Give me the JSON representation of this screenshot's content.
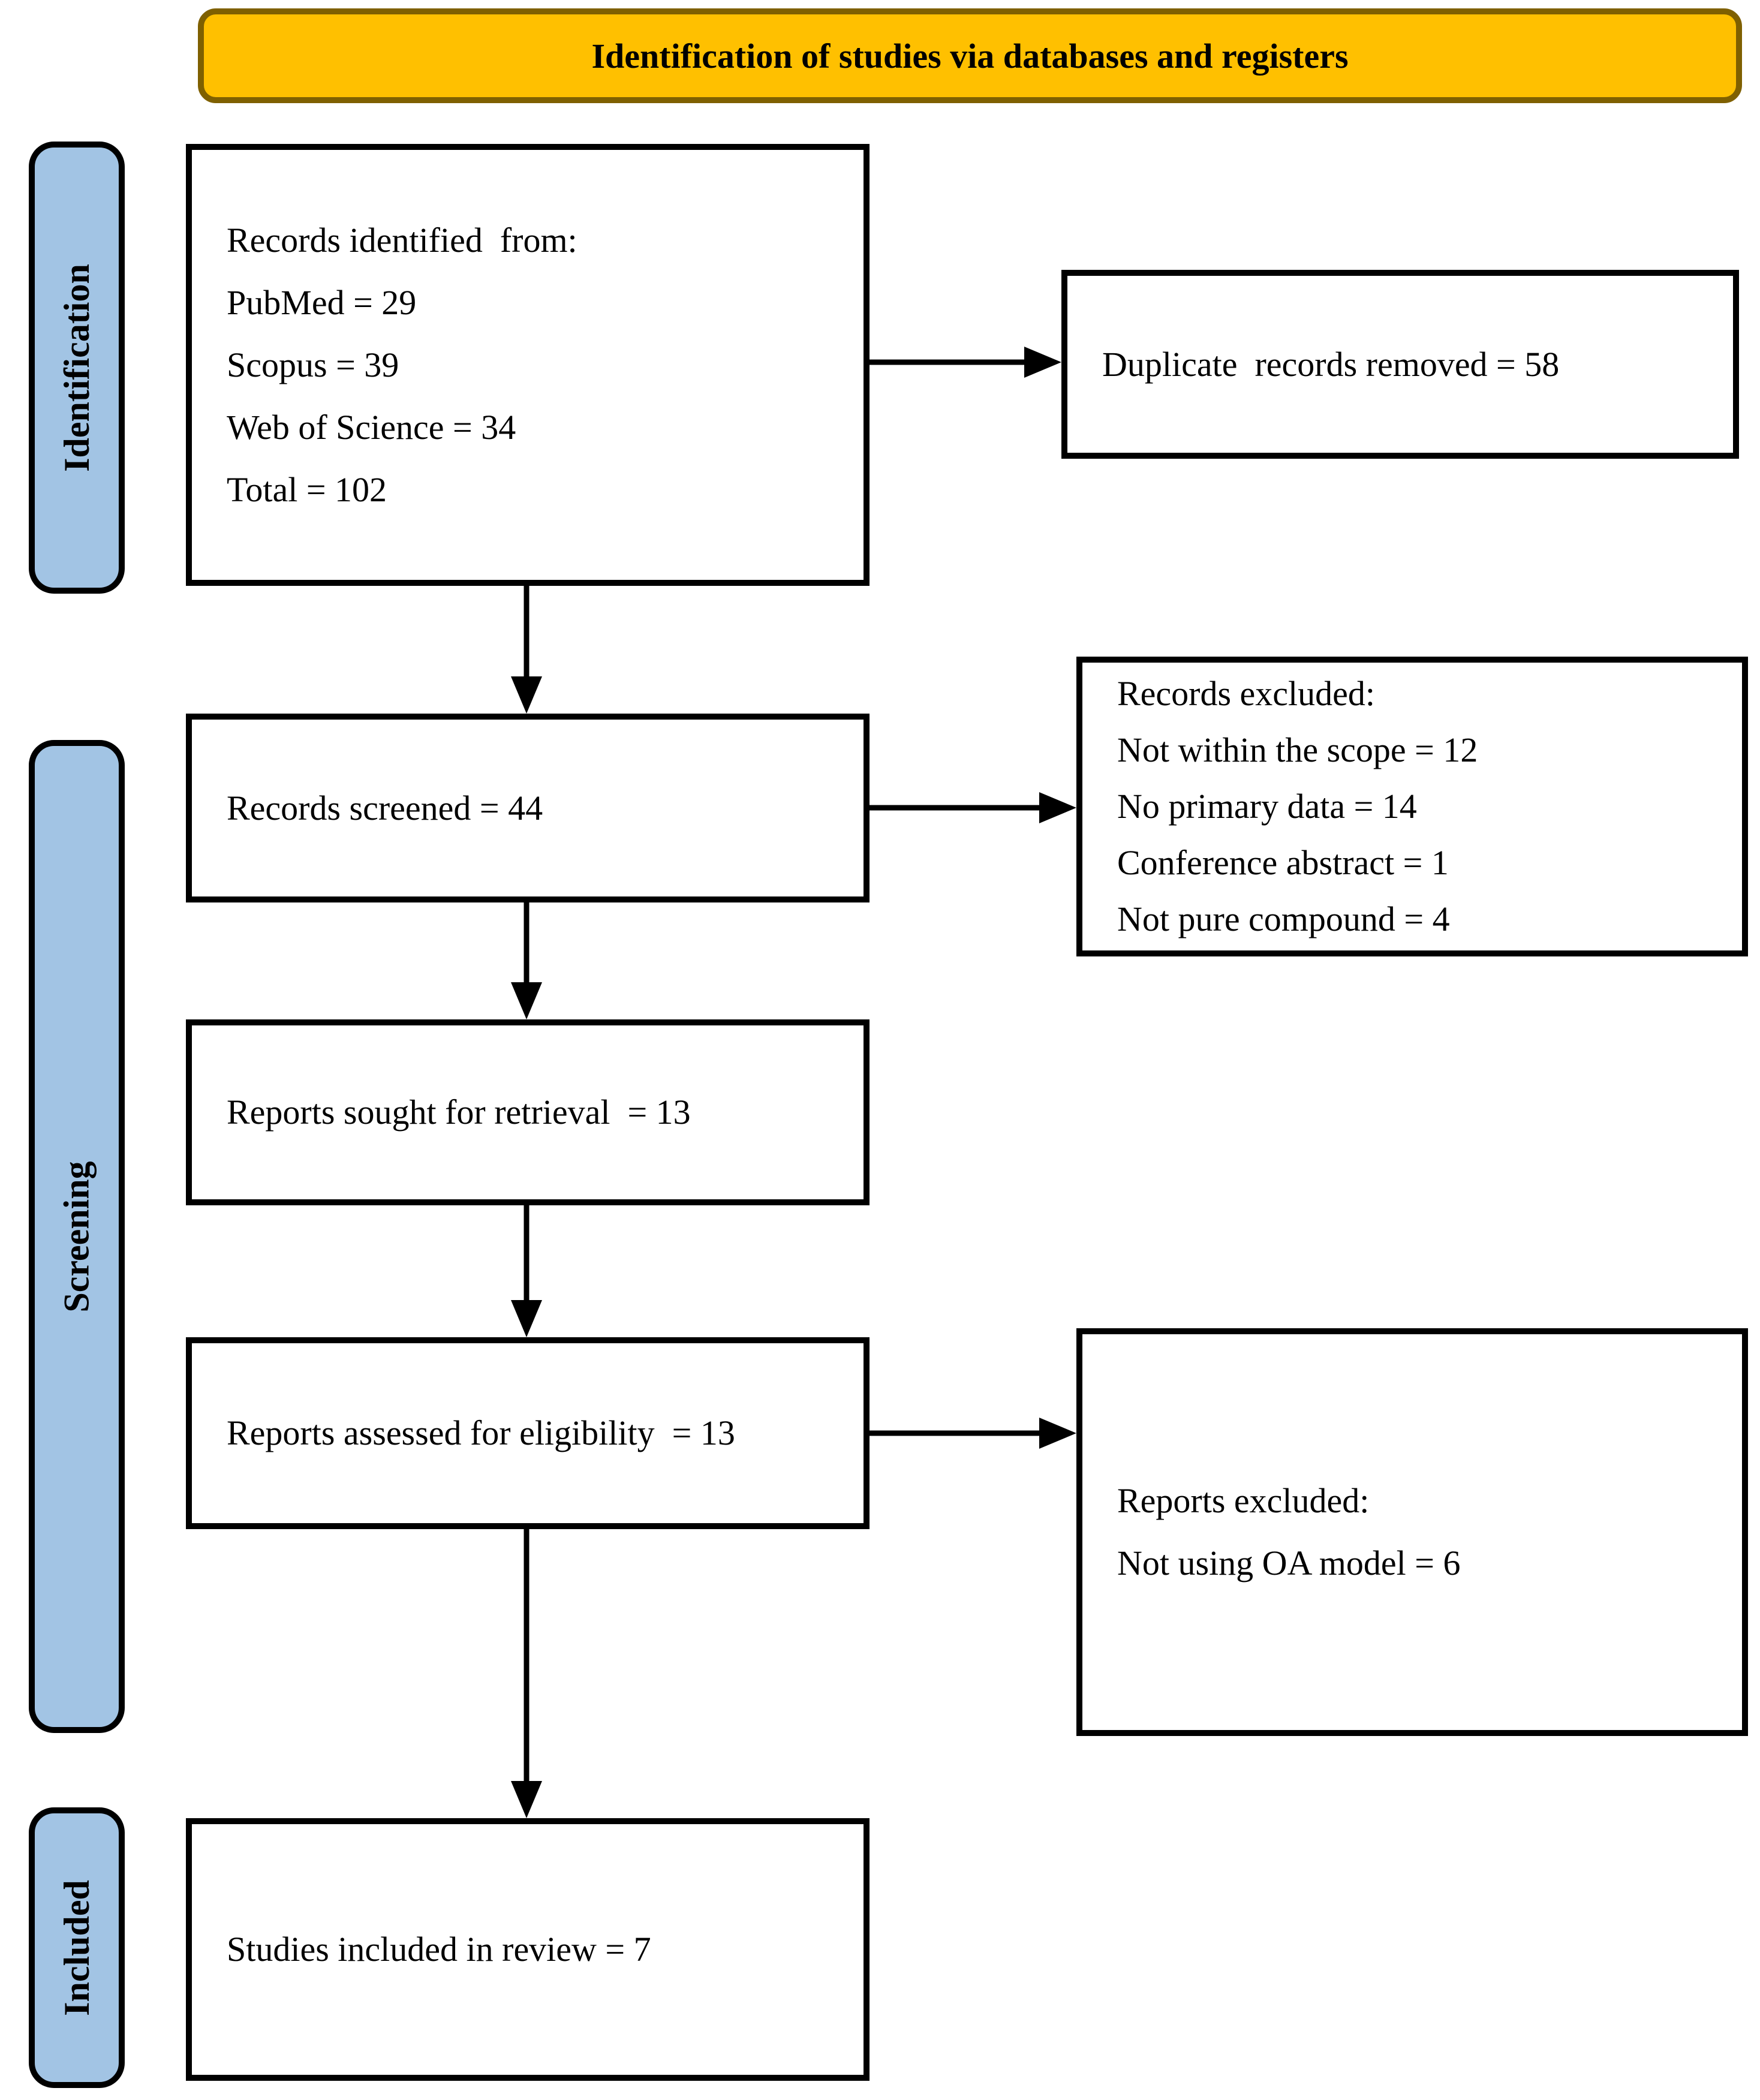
{
  "banner": {
    "label": "Identification of studies via databases and registers"
  },
  "stages": [
    {
      "label": "Identification"
    },
    {
      "label": "Screening"
    },
    {
      "label": "Included"
    }
  ],
  "boxes": {
    "identified": {
      "lines": [
        "Records identified  from:",
        "PubMed = 29",
        "Scopus = 39",
        "Web of Science = 34",
        "Total = 102"
      ]
    },
    "duplicates": {
      "lines": [
        "Duplicate  records removed = 58"
      ]
    },
    "screened": {
      "lines": [
        "Records screened = 44"
      ]
    },
    "records_excluded": {
      "lines": [
        "Records excluded:",
        "Not within the scope = 12",
        "No primary data = 14",
        "Conference abstract = 1",
        "Not pure compound = 4"
      ]
    },
    "sought": {
      "lines": [
        "Reports sought for retrieval  = 13"
      ]
    },
    "assessed": {
      "lines": [
        "Reports assessed for eligibility  = 13"
      ]
    },
    "reports_excluded": {
      "lines": [
        "Reports excluded:",
        "Not using OA model = 6"
      ]
    },
    "included": {
      "lines": [
        "Studies included in review = 7"
      ]
    }
  },
  "colors": {
    "banner_fill": "#FFC000",
    "banner_border": "#7F6000",
    "stage_fill": "#A2C4E4",
    "stage_border": "#000000",
    "box_fill": "#FFFFFF",
    "box_border": "#000000",
    "arrow": "#000000",
    "text": "#000000",
    "background": "#FFFFFF"
  }
}
